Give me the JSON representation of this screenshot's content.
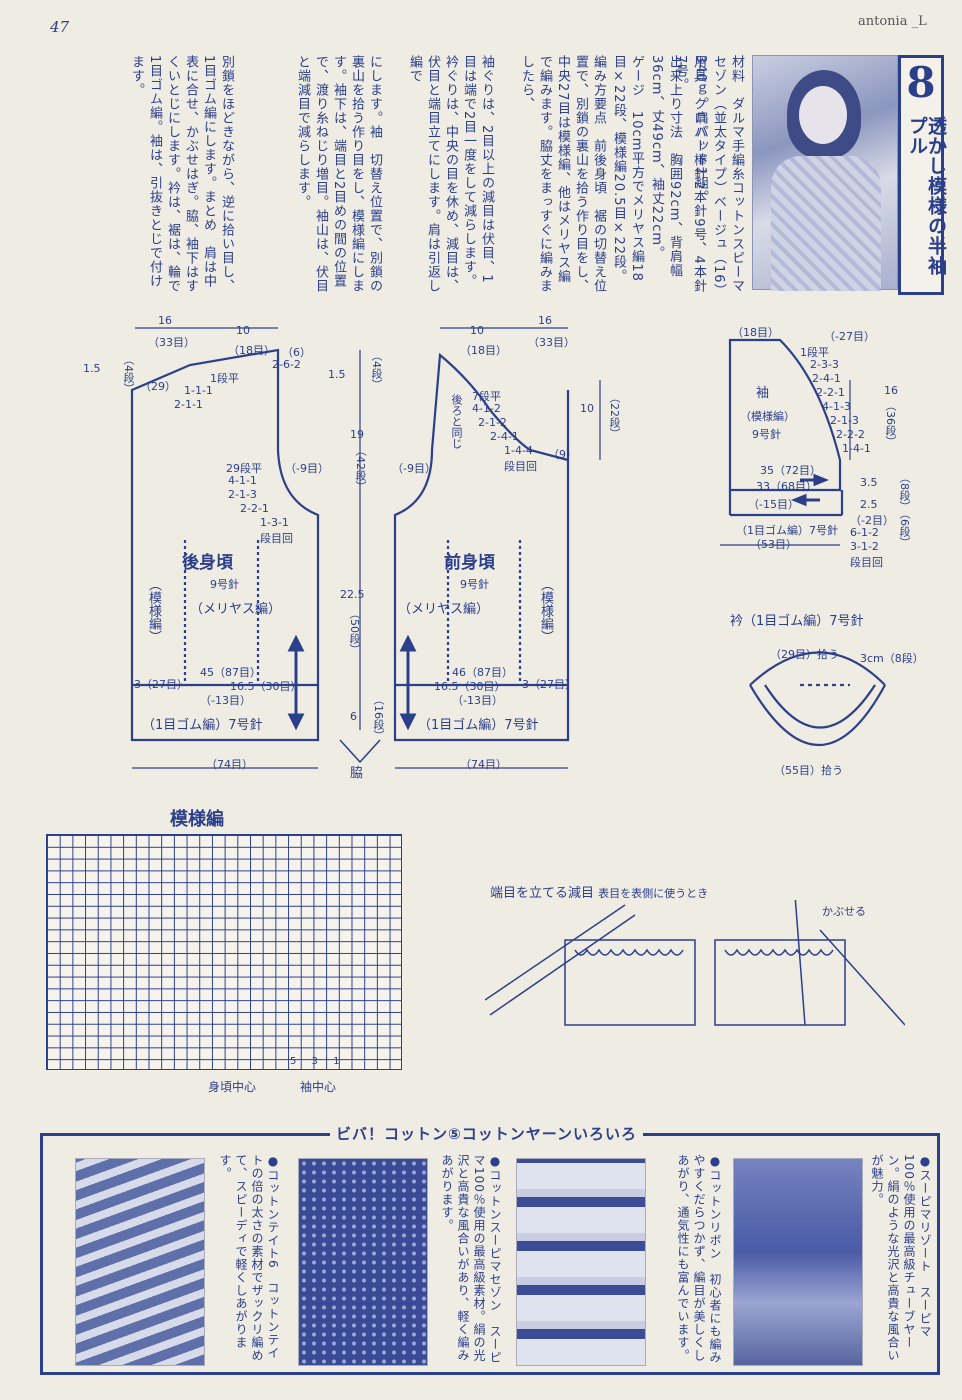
{
  "page_number": "47",
  "watermark": "antonia _L",
  "title": {
    "number": "8",
    "text": "透かし模様の半袖プル"
  },
  "body_columns": [
    "材料　ダルマ手編糸コットンスピーマセゾン（並太タイプ）ベージュ（16）340ｇ。肩パッド1組。",
    "用具　クロバー棒針2本針9号、4本針7号。",
    "出来上り寸法　胸囲92cm、背肩幅36cm、丈49cm、袖丈22cm。",
    "ゲージ　10cm平方でメリヤス編18目×22段、模様編20.5目×22段。",
    "編み方要点　前後身頃　裾の切替え位置で、別鎖の裏山を拾う作り目をし、中央27目は模様編、他はメリヤス編で編みます。脇丈をまっすぐに編みましたら、",
    "袖ぐりは、2目以上の減目は伏目、1目は端で2目一度をして減らします。衿ぐりは、中央の目を休め、減目は、伏目と端目立てにします。肩は引返し編で",
    "にします。袖　切替え位置で、別鎖の裏山を拾う作り目をし、模様編にします。袖下は、端目と2目めの間の位置で、渡り糸ねじり増目。袖山は、伏目と端減目で減らします。",
    "別鎖をほどきながら、逆に拾い目し、1目ゴム編にします。まとめ　肩は中表に合せ、かぶせはぎ。脇、袖下はすくいとじにします。衿は、裾は、輪で1目ゴム編。袖は、引抜きとじで付けます。"
  ],
  "diagram": {
    "back": {
      "name": "後身頃",
      "needle": "9号針",
      "stitch": "（メリヤス編）",
      "side_pattern": "（模様編）"
    },
    "front": {
      "name": "前身頃",
      "needle": "9号針",
      "stitch": "（メリヤス編）",
      "side_pattern": "（模様編）",
      "note": "後ろと同じ"
    },
    "sleeve": {
      "name": "袖",
      "stitch": "（模様編）",
      "needle": "9号針"
    },
    "rib": "（1目ゴム編）7号針",
    "neck": {
      "name": "衿（1目ゴム編）7号針",
      "pick1": "（29目）拾う",
      "pick2": "（55目）拾う",
      "height": "3cm（8段）"
    },
    "labels": {
      "b16": "16",
      "b33": "（33目）",
      "b10": "10",
      "b18": "（18目）",
      "b6": "（6）",
      "b262": "2-6-2",
      "b15": "1.5",
      "b4": "（4段）",
      "b29": "（29）",
      "b1dan": "1段平",
      "b111": "1-1-1",
      "b211": "2-1-1",
      "b29dan": "29段平",
      "b411": "4-1-1",
      "b213": "2-1-3",
      "b221": "2-2-1",
      "b131": "1-3-1",
      "bdan": "段目回",
      "b9": "（-9目）",
      "b19": "19",
      "b42": "（42段）",
      "b45": "45（87目）",
      "b165": "16.5（30目）",
      "b3": "3（27目）",
      "b13": "（-13目）",
      "b225": "22.5",
      "b50": "（50段）",
      "b6b": "6",
      "b16dan": "（16段）",
      "b74": "（74目）",
      "waki": "脇",
      "f10": "10",
      "f18": "（18目）",
      "f16": "16",
      "f33": "（33目）",
      "f7dan": "7段平",
      "f412": "4-1-2",
      "f212": "2-1-2",
      "f241": "2-4-1",
      "f144": "1-4-4",
      "fdan": "段目回",
      "f9": "（9）",
      "f10b": "10",
      "f22": "（22段）",
      "f15": "1.5",
      "f4": "（4段）",
      "fm9": "（-9目）",
      "f46": "46（87目）",
      "f165": "16.5（30目）",
      "f3": "3（27目）",
      "f13": "（-13目）",
      "f74": "（74目）",
      "s18": "（18目）",
      "s27": "（-27目）",
      "s1dan": "1段平",
      "s233": "2-3-3",
      "s241": "2-4-1",
      "s221": "2-2-1",
      "s413": "4-1-3",
      "s213": "2-1-3",
      "s222": "2-2-2",
      "s141": "1-4-1",
      "s16": "16",
      "s36": "（36段）",
      "s35": "35（72目）",
      "s33": "33（68目）",
      "s15": "（-15目）",
      "s35h": "3.5",
      "s25": "2.5",
      "s8dan": "（8段）",
      "s6dan": "（6段）",
      "s2": "（-2目）",
      "s7": "7号針",
      "s53": "（53目）",
      "sincr": "6-1-2",
      "sincr2": "3-1-2",
      "sdan": "段目回"
    }
  },
  "pattern_chart": {
    "title": "模様編",
    "numbers": "5 3 1",
    "label_body": "身頃中心",
    "label_sleeve": "袖中心"
  },
  "decrease_illustration": {
    "title": "端目を立てる減目",
    "subtitle": "表目を表側に使うとき",
    "cover_label": "かぶせる"
  },
  "yarn_section": {
    "heading": "ビバ！コットン⑤コットンヤーンいろいろ",
    "items": [
      {
        "text": "●スーピマリゾート　スーピマ100％使用の最高級チューブヤーン。絹のような光沢と高貴な風合いが魅力。"
      },
      {
        "text": "●コットンリボン　初心者にも編みやすくだらつかず、編目が美しくしあがり、通気性にも富んでいます。"
      },
      {
        "text": "●コットンスーピマセゾン　スーピマ100％使用の最高級素材。絹の光沢と高貴な風合いがあり、軽く編みあがります。"
      },
      {
        "text": "●コットンテイト6　コットンテイトの倍の太さの素材でザックリ編めて、スピーディで軽くしあがります。"
      }
    ]
  }
}
